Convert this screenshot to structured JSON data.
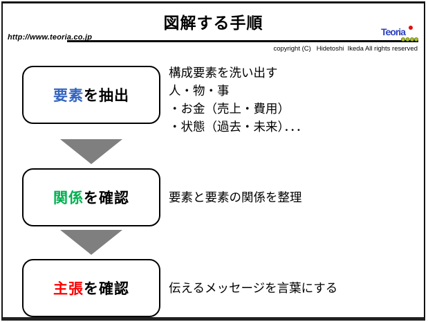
{
  "header": {
    "title": "図解する手順",
    "url": "http://www.teoria.co.jp",
    "copyright": "copyright (C)   Hidetoshi  Ikeda All rights reserved",
    "logo": {
      "text": "Teoria",
      "text_color": "#2a3fc0",
      "dot_color": "#e01010",
      "bead_color": "#b9b92a",
      "bead_outline": "#4a7a10"
    }
  },
  "colors": {
    "arrow": "#7f7f7f",
    "border": "#111111"
  },
  "steps": [
    {
      "keyword": "要素",
      "keyword_color": "#3465c0",
      "suffix": "を抽出",
      "description_lines": [
        "構成要素を洗い出す",
        "人・物・事",
        "・お金（売上・費用）",
        "・状態（過去・未来）．．．"
      ]
    },
    {
      "keyword": "関係",
      "keyword_color": "#00b050",
      "suffix": "を確認",
      "description_lines": [
        "要素と要素の関係を整理"
      ]
    },
    {
      "keyword": "主張",
      "keyword_color": "#ff0000",
      "suffix": "を確認",
      "description_lines": [
        "伝えるメッセージを言葉にする"
      ]
    }
  ]
}
